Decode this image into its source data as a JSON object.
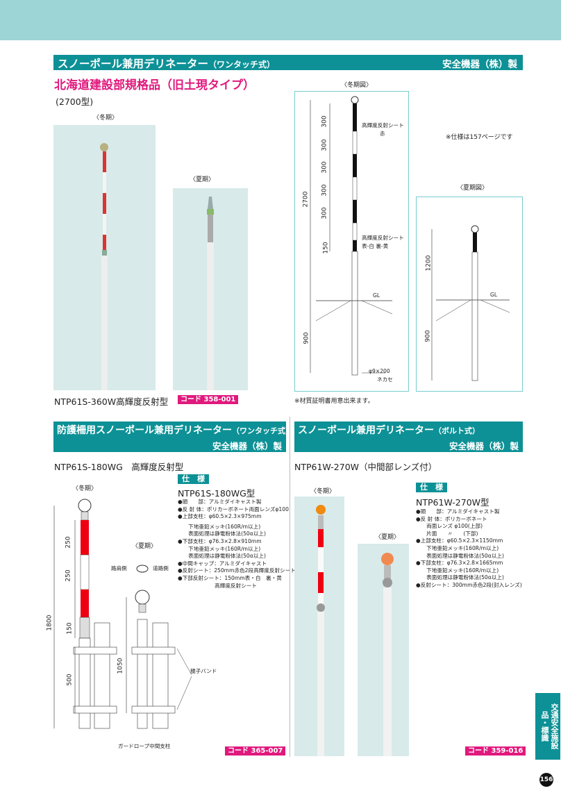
{
  "s1": {
    "title": "スノーポール兼用デリネーター",
    "sub": "（ワンタッチ式）",
    "maker": "安全機器（株）製",
    "heading": "北海道建設部規格品（旧土現タイプ）",
    "type": "(2700型)",
    "winter": "〈冬期〉",
    "summer": "〈夏期〉",
    "model": "NTP61S-360W高輝度反射型",
    "code": "コード 358-001",
    "note_spec": "※仕様は157ページです",
    "note_cert": "※材質証明書用意出来ます。",
    "fig_w": {
      "title": "〈冬期図〉",
      "dims": [
        "300",
        "300",
        "300",
        "300",
        "300",
        "150",
        "2700",
        "900"
      ],
      "sheet1": "高輝度反射シート",
      "sheet1b": "赤",
      "sheet2": "高輝度反射シート",
      "sheet2b": "表-白  裏-黄",
      "gl": "GL",
      "phi": "φ9×200",
      "nekase": "ネカセ"
    },
    "fig_s": {
      "title": "〈夏期図〉",
      "dims": [
        "1200",
        "900"
      ],
      "gl": "GL"
    }
  },
  "s2": {
    "title": "防護柵用スノーポール兼用デリネーター",
    "sub": "（ワンタッチ式）",
    "maker": "安全機器（株）製",
    "model": "NTP61S-180WG　高輝度反射型",
    "shiyo": "仕　様",
    "spec_model": "NTP61S-180WG型",
    "specs": [
      "●頭　　部：アルミダイキャスト製",
      "●反 射 体：ポリカーボネート両面レンズφ100",
      "●上部支柱：φ60.5×2.3×975mm",
      "　　下地亜鉛メッキ(160R/m以上)",
      "　　表面処理は静電粉体法(50α以上)",
      "●下部支柱：φ76.3×2.8×910mm",
      "　　下地亜鉛メッキ(160R/m以上)",
      "　　表面処理は静電粉体法(50α以上)",
      "●中間キャップ：アルミダイキャスト",
      "●反射シート：250mm赤色2段高輝度反射シート",
      "●下部反射シート：150mm表・白　裏・黄",
      "　　　　　　　高輝度反射シート"
    ],
    "winter": "〈冬期〉",
    "summer": "〈夏期〉",
    "road_side": "路肩側",
    "road": "道路側",
    "dims": [
      "250",
      "250",
      "150",
      "500",
      "1800",
      "1050"
    ],
    "band_label": "親子バンド",
    "guard": "ガードロープ中間支柱",
    "code": "コード 365-007"
  },
  "s3": {
    "title": "スノーポール兼用デリネーター",
    "sub": "（ボルト式）",
    "maker": "安全機器（株）製",
    "model": "NTP61W-270W（中間部レンズ付）",
    "shiyo": "仕　様",
    "spec_model": "NTP61W-270W型",
    "specs": [
      "●頭　　部：アルミダイキャスト製",
      "●反 射 体：ポリカーボネート",
      "　　両面レンズ φ100(上部)",
      "　　片面　　〃　　(下部)",
      "●上部支柱：φ60.5×2.3×1150mm",
      "　　下地亜鉛メッキ(160R/m以上)",
      "　　表面処理は静電粉体法(50α以上)",
      "●下部支柱：φ76.3×2.8×1665mm",
      "　　下地亜鉛メッキ(160R/m以上)",
      "　　表面処理は静電粉体法(50α以上)",
      "",
      "●反射シート：300mm赤色2段(封入レンズ)"
    ],
    "winter": "〈冬期〉",
    "summer": "〈夏期〉",
    "code": "コード 359-016"
  },
  "side": "交通安全施設品・標識",
  "page": "156"
}
